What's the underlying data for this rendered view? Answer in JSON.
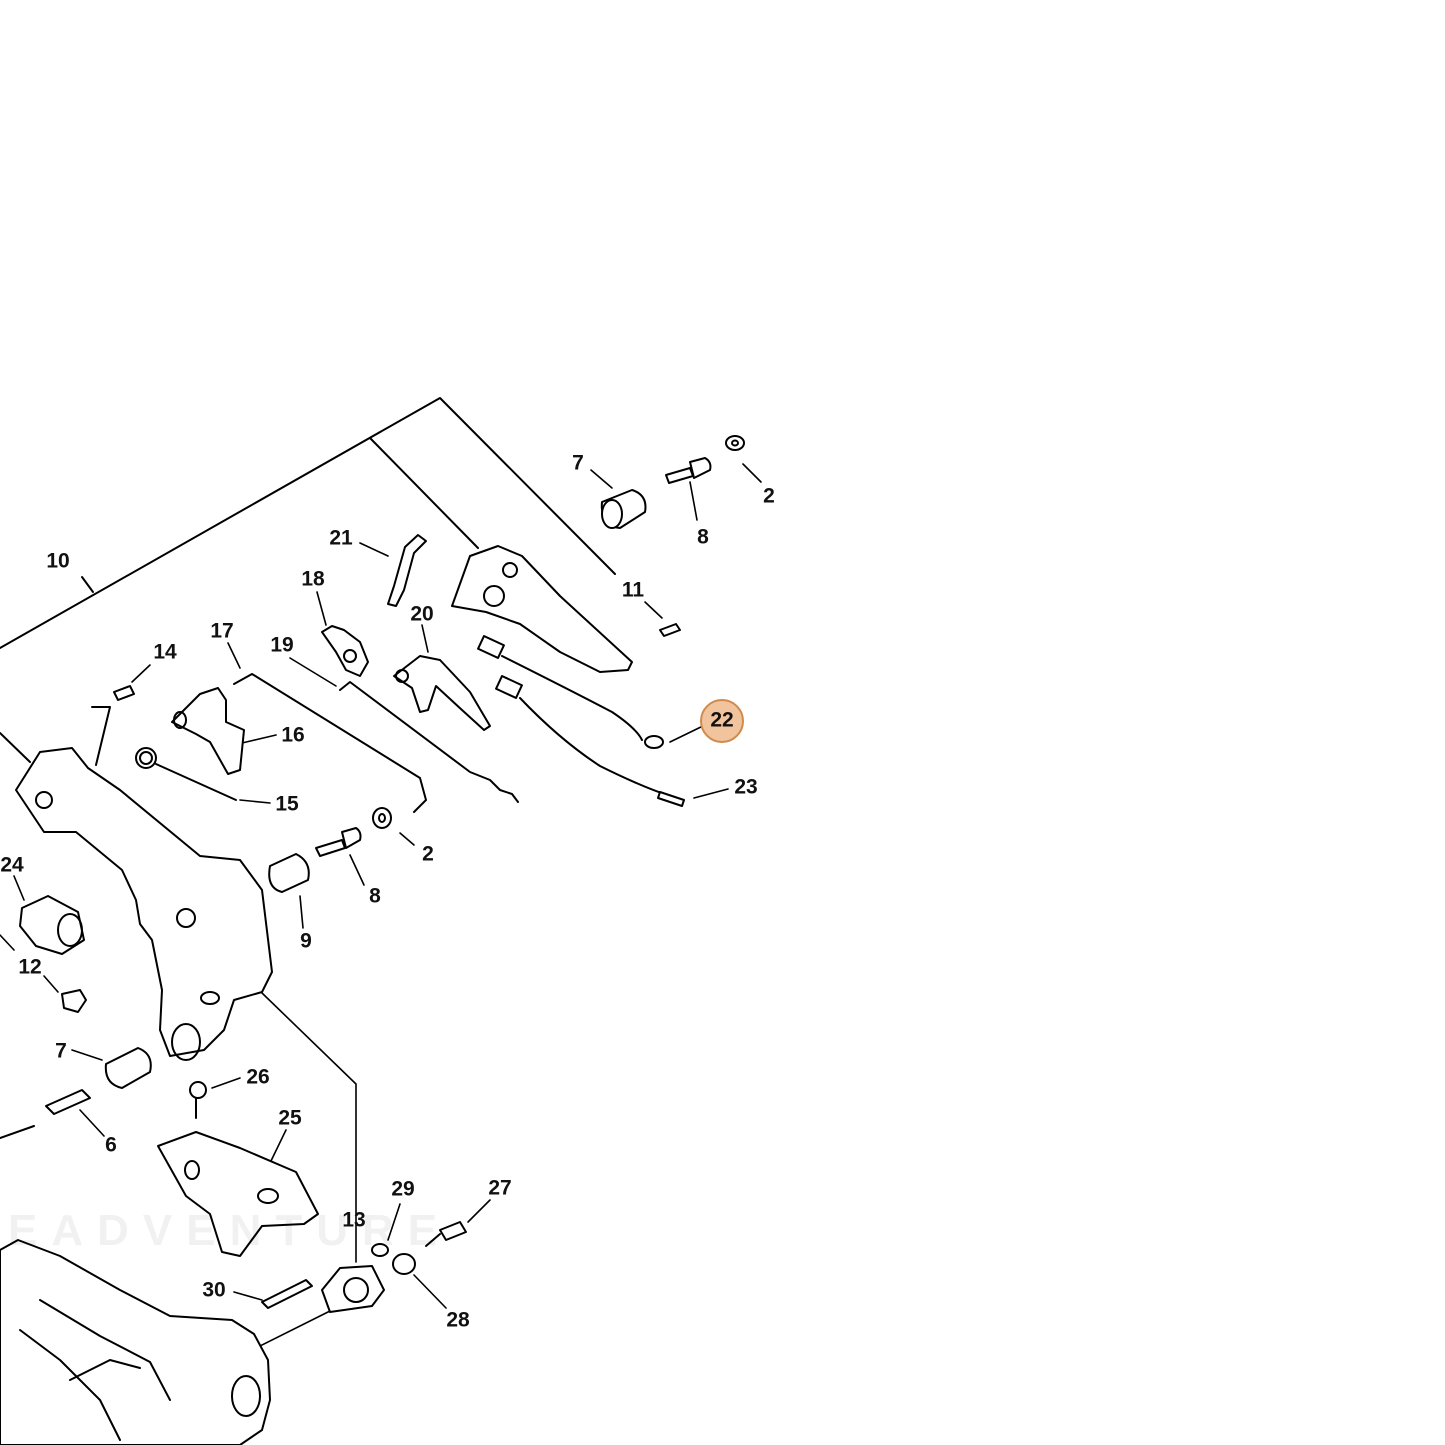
{
  "diagram": {
    "watermark": "EADVENTURE",
    "highlight_color": "#f2c49e",
    "highlight_border": "#d08a4c",
    "labels": [
      {
        "id": "lbl-7-top",
        "text": "7"
      },
      {
        "id": "lbl-8-top",
        "text": "8"
      },
      {
        "id": "lbl-2-top",
        "text": "2"
      },
      {
        "id": "lbl-21",
        "text": "21"
      },
      {
        "id": "lbl-18",
        "text": "18"
      },
      {
        "id": "lbl-20",
        "text": "20"
      },
      {
        "id": "lbl-11",
        "text": "11"
      },
      {
        "id": "lbl-10",
        "text": "10"
      },
      {
        "id": "lbl-17",
        "text": "17"
      },
      {
        "id": "lbl-19",
        "text": "19"
      },
      {
        "id": "lbl-14",
        "text": "14"
      },
      {
        "id": "lbl-16",
        "text": "16"
      },
      {
        "id": "lbl-15",
        "text": "15"
      },
      {
        "id": "lbl-22",
        "text": "22",
        "highlighted": true
      },
      {
        "id": "lbl-23",
        "text": "23"
      },
      {
        "id": "lbl-2-mid",
        "text": "2"
      },
      {
        "id": "lbl-8-mid",
        "text": "8"
      },
      {
        "id": "lbl-9",
        "text": "9"
      },
      {
        "id": "lbl-24",
        "text": "24"
      },
      {
        "id": "lbl-12",
        "text": "12"
      },
      {
        "id": "lbl-7-bottom",
        "text": "7"
      },
      {
        "id": "lbl-26",
        "text": "26"
      },
      {
        "id": "lbl-6",
        "text": "6"
      },
      {
        "id": "lbl-25",
        "text": "25"
      },
      {
        "id": "lbl-13",
        "text": "13"
      },
      {
        "id": "lbl-29",
        "text": "29"
      },
      {
        "id": "lbl-27",
        "text": "27"
      },
      {
        "id": "lbl-30",
        "text": "30"
      },
      {
        "id": "lbl-28",
        "text": "28"
      }
    ]
  }
}
